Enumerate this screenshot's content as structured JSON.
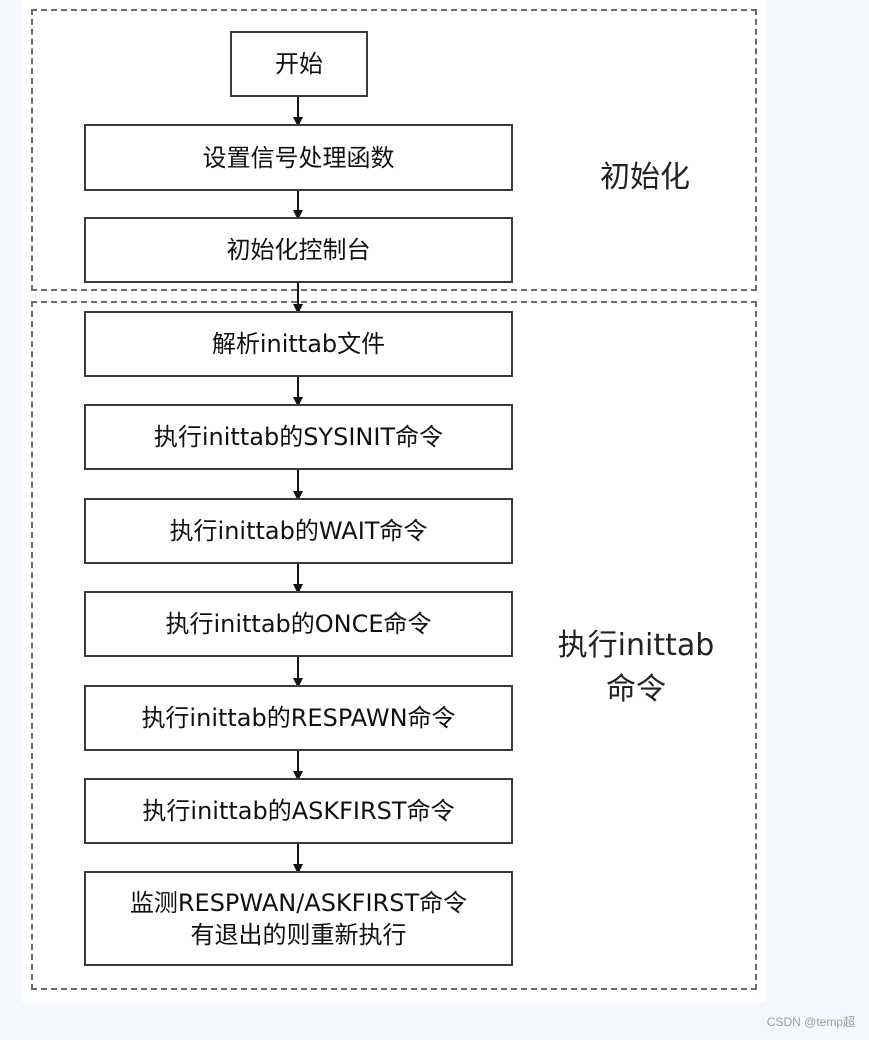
{
  "groups": {
    "init": {
      "label": "初始化"
    },
    "exec": {
      "label_line1": "执行inittab",
      "label_line2": "命令"
    }
  },
  "steps": {
    "start": "开始",
    "signal": "设置信号处理函数",
    "console": "初始化控制台",
    "parse": "解析inittab文件",
    "sysinit": "执行inittab的SYSINIT命令",
    "wait": "执行inittab的WAIT命令",
    "once": "执行inittab的ONCE命令",
    "respawn": "执行inittab的RESPAWN命令",
    "askfirst": "执行inittab的ASKFIRST命令",
    "monitor_line1": "监测RESPWAN/ASKFIRST命令",
    "monitor_line2": "有退出的则重新执行"
  },
  "watermark": "CSDN @temp超"
}
